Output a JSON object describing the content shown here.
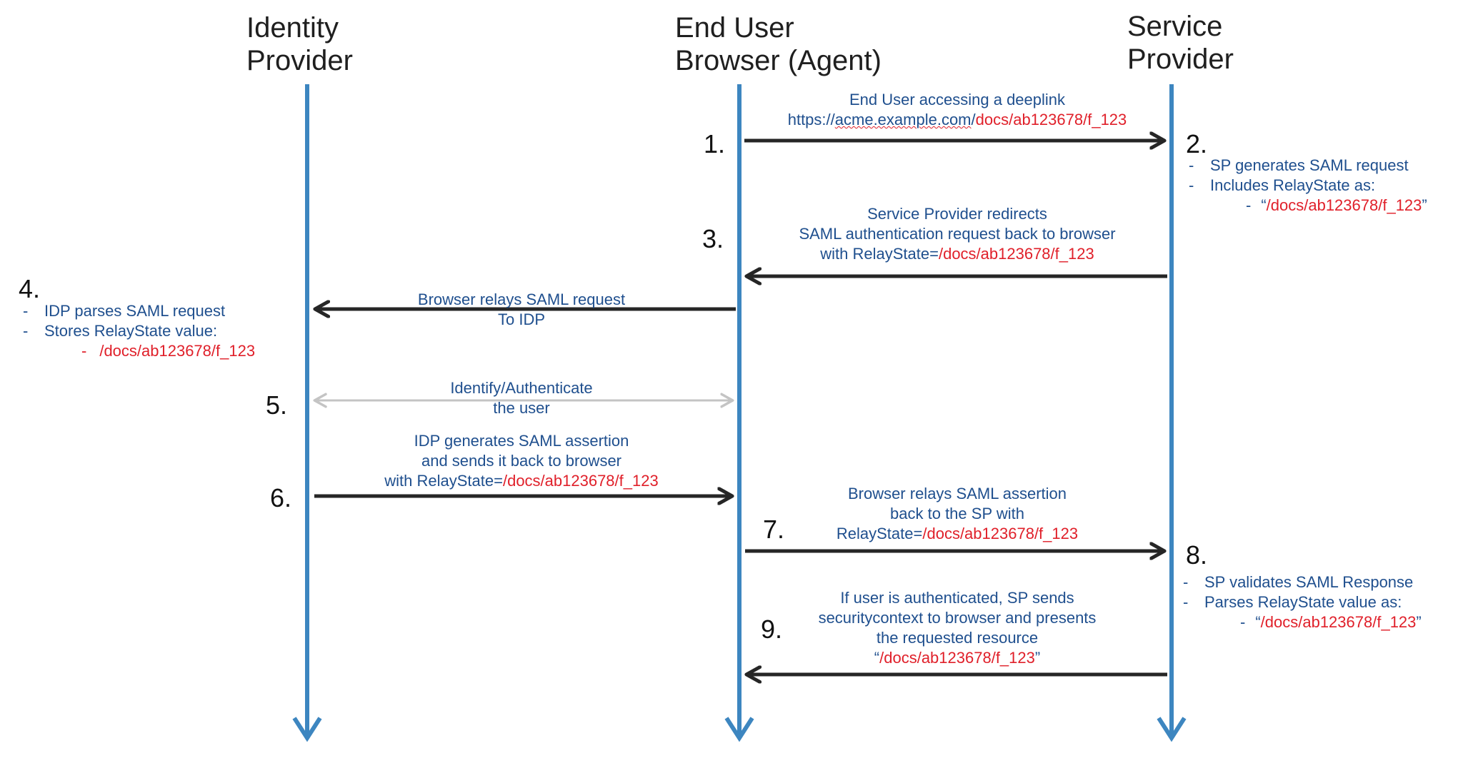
{
  "lifelines": {
    "idp": {
      "title_line1": "Identity",
      "title_line2": "Provider"
    },
    "browser": {
      "title_line1": "End User",
      "title_line2": "Browser (Agent)"
    },
    "sp": {
      "title_line1": "Service",
      "title_line2": "Provider"
    }
  },
  "steps": {
    "s1": "1.",
    "s2": "2.",
    "s3": "3.",
    "s4": "4.",
    "s5": "5.",
    "s6": "6.",
    "s7": "7.",
    "s8": "8.",
    "s9": "9."
  },
  "messages": {
    "m1": {
      "line1": "End User accessing a deeplink",
      "line2_prefix": "https://",
      "line2_domain": "acme.example.com",
      "line2_slash": "/",
      "line2_path": "docs/ab123678/f_123"
    },
    "m3": {
      "line1": "Service Provider redirects",
      "line2": "SAML authentication request back to browser",
      "line3_prefix": "with RelayState=",
      "line3_path": "/docs/ab123678/f_123"
    },
    "m4": {
      "line1": "Browser relays SAML request",
      "line2": "To IDP"
    },
    "m5": {
      "line1": "Identify/Authenticate",
      "line2": "the user"
    },
    "m6": {
      "line1": "IDP generates SAML assertion",
      "line2": "and sends it back to browser",
      "line3_prefix": "with RelayState=",
      "line3_path": "/docs/ab123678/f_123"
    },
    "m7": {
      "line1": "Browser relays SAML assertion",
      "line2": "back to the SP with",
      "line3_prefix": "RelayState=",
      "line3_path": "/docs/ab123678/f_123"
    },
    "m9": {
      "line1": "If user is authenticated, SP sends",
      "line2": "securitycontext to browser and presents",
      "line3": "the requested resource",
      "line4_open": "“",
      "line4_path": "/docs/ab123678/f_123",
      "line4_close": "”"
    }
  },
  "notes": {
    "n2": {
      "bullet1": "SP generates SAML request",
      "bullet2": "Includes RelayState as:",
      "sub_open": "“",
      "sub_path": "/docs/ab123678/f_123",
      "sub_close": "”"
    },
    "n4": {
      "bullet1": "IDP parses SAML request",
      "bullet2": "Stores RelayState value:",
      "sub_path": "/docs/ab123678/f_123"
    },
    "n8": {
      "bullet1": "SP validates SAML Response",
      "bullet2": "Parses RelayState value as:",
      "sub_open": "“",
      "sub_path": "/docs/ab123678/f_123",
      "sub_close": "”"
    },
    "dash": "-"
  },
  "colors": {
    "lifeline": "#3d86c0",
    "arrow": "#262626",
    "auth_arrow": "#c4c4c4",
    "text_blue": "#1f4f8e",
    "text_red": "#e0202a"
  }
}
